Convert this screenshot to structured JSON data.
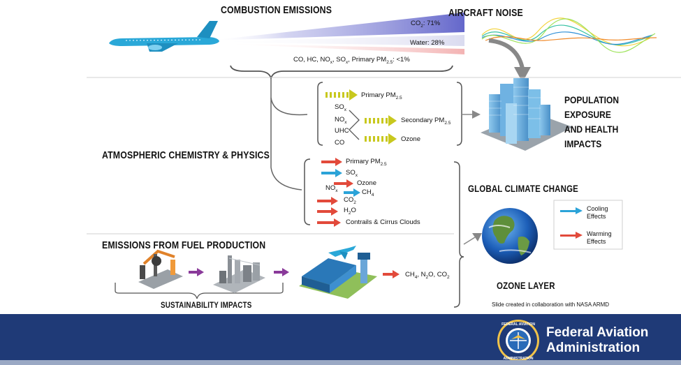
{
  "top": {
    "combustion_title": "COMBUSTION EMISSIONS",
    "aircraft_noise_title": "AIRCRAFT NOISE",
    "co2_label": "CO",
    "co2_sub": "2",
    "co2_value": ": 71%",
    "water_label": "Water: 28%",
    "other_label_1": "CO, HC, NO",
    "other_sub_1": "x",
    "other_label_2": ", SO",
    "other_sub_2": "x",
    "other_label_3": ", Primary PM",
    "other_sub_3": "2.5",
    "other_label_4": ": <1%"
  },
  "air_quality": {
    "primary_pm": "Primary PM",
    "primary_pm_sub": "2.5",
    "sox": "SO",
    "sox_sub": "x",
    "nox": "NO",
    "nox_sub": "x",
    "uhc": "UHC",
    "co": "CO",
    "secondary_pm": "Secondary PM",
    "secondary_pm_sub": "2.5",
    "ozone": "Ozone"
  },
  "climate": {
    "primary_pm": "Primary PM",
    "primary_pm_sub": "2.5",
    "sox": "SO",
    "sox_sub": "x",
    "ozone": "Ozone",
    "nox": "NO",
    "nox_sub": "x",
    "ch4": "CH",
    "ch4_sub": "4",
    "co2": "CO",
    "co2_sub": "2",
    "h2o_1": "H",
    "h2o_sub": "2",
    "h2o_2": "O",
    "contrails": "Contrails & Cirrus Clouds"
  },
  "sections": {
    "atmospheric": "ATMOSPHERIC CHEMISTRY & PHYSICS",
    "fuel_production": "EMISSIONS FROM FUEL PRODUCTION",
    "sustainability": "SUSTAINABILITY IMPACTS",
    "population_lines": [
      "POPULATION",
      "EXPOSURE",
      "AND HEALTH",
      "IMPACTS"
    ],
    "global_climate": "GLOBAL CLIMATE CHANGE",
    "ozone_layer": "OZONE LAYER"
  },
  "fuel": {
    "emissions_1": "CH",
    "emissions_sub_1": "4",
    "emissions_2": ", N",
    "emissions_sub_2": "2",
    "emissions_3": "O, CO",
    "emissions_sub_3": "2"
  },
  "legend": {
    "cooling_lines": [
      "Cooling",
      "Effects"
    ],
    "warming_lines": [
      "Warming",
      "Effects"
    ]
  },
  "credit": "Slide created in collaboration with NASA ARMD",
  "footer": {
    "org_line1": "Federal Aviation",
    "org_line2": "Administration",
    "seal_top": "FEDERAL AVIATION",
    "seal_bottom": "ADMINISTRATION"
  },
  "colors": {
    "footer_bg": "#1f3a77",
    "warming_arrow": "#e24a3b",
    "cooling_arrow": "#2ba3d8",
    "air_quality_arrow": "#c8c81e",
    "process_arrow": "#8a3a9a",
    "plane_blue": "#2aa8d8"
  }
}
